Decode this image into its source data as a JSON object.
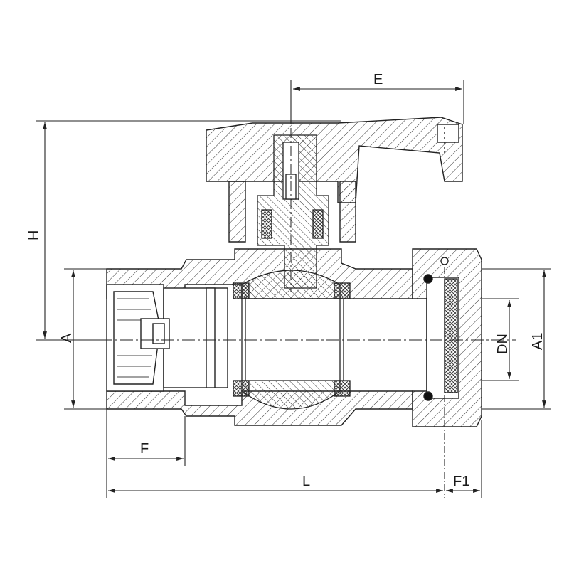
{
  "dimensions": {
    "E": "E",
    "H": "H",
    "A": "A",
    "DN": "DN",
    "A1": "A1",
    "F": "F",
    "L": "L",
    "F1": "F1"
  }
}
